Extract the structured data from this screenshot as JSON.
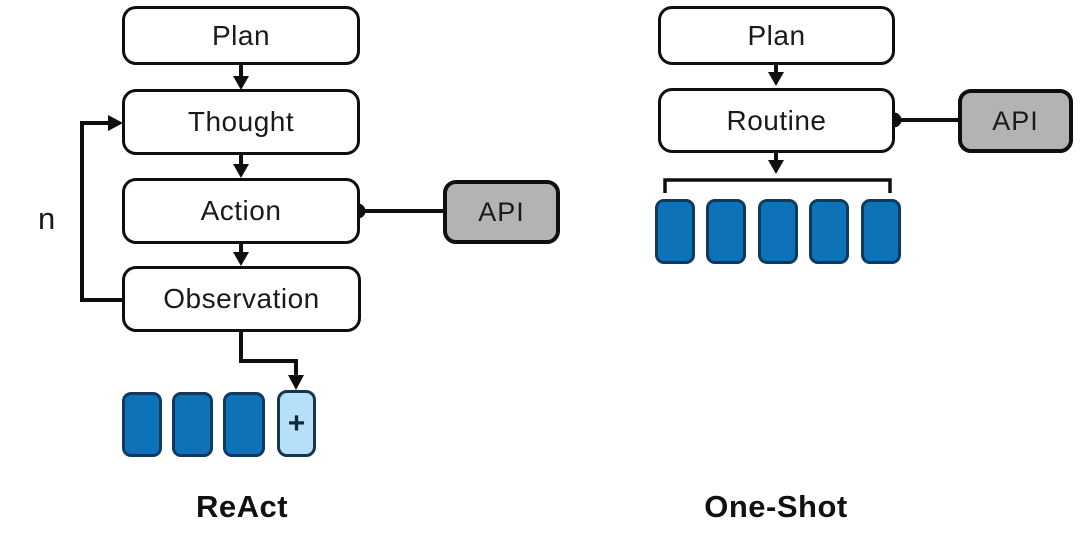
{
  "left_diagram": {
    "caption": "ReAct",
    "nodes": {
      "plan": "Plan",
      "thought": "Thought",
      "action": "Action",
      "observation": "Observation"
    },
    "api_label": "API",
    "loop_count_label": "n",
    "new_step_label": "+",
    "memory_chip_count": 3
  },
  "right_diagram": {
    "caption": "One-Shot",
    "nodes": {
      "plan": "Plan",
      "routine": "Routine"
    },
    "api_label": "API",
    "step_chip_count": 5
  },
  "colors": {
    "line": "#0f0f0f",
    "node_fill": "#ffffff",
    "node_border": "#0f0f0f",
    "api_fill": "#b3b3b3",
    "chip_fill": "#0e72b8",
    "chip_border": "#0d3a5e",
    "new_chip_fill": "#b5e0f7",
    "new_chip_border": "#16364f",
    "background": "#ffffff"
  }
}
